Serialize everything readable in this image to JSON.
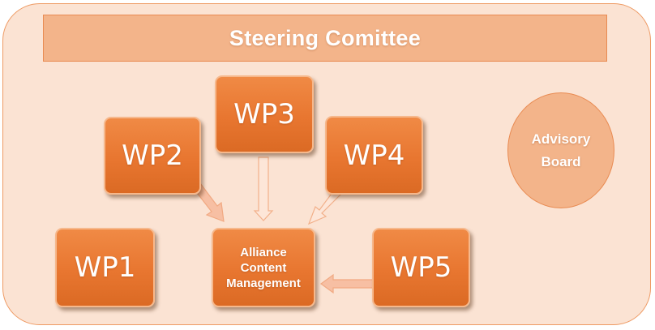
{
  "steering": {
    "label": "Steering Comittee"
  },
  "advisory": {
    "line1": "Advisory",
    "line2": "Board"
  },
  "work_packages": {
    "wp1": "WP1",
    "wp2": "WP2",
    "wp3": "WP3",
    "wp4": "WP4",
    "wp5": "WP5"
  },
  "center": {
    "line1": "Alliance",
    "line2": "Content",
    "line3": "Management"
  },
  "colors": {
    "panel_fill": "#fbe3d3",
    "panel_border": "#ee9a63",
    "box_fill": "#e87630",
    "header_fill": "#f3b48a",
    "arrow_fill": "#f8c9ad"
  }
}
